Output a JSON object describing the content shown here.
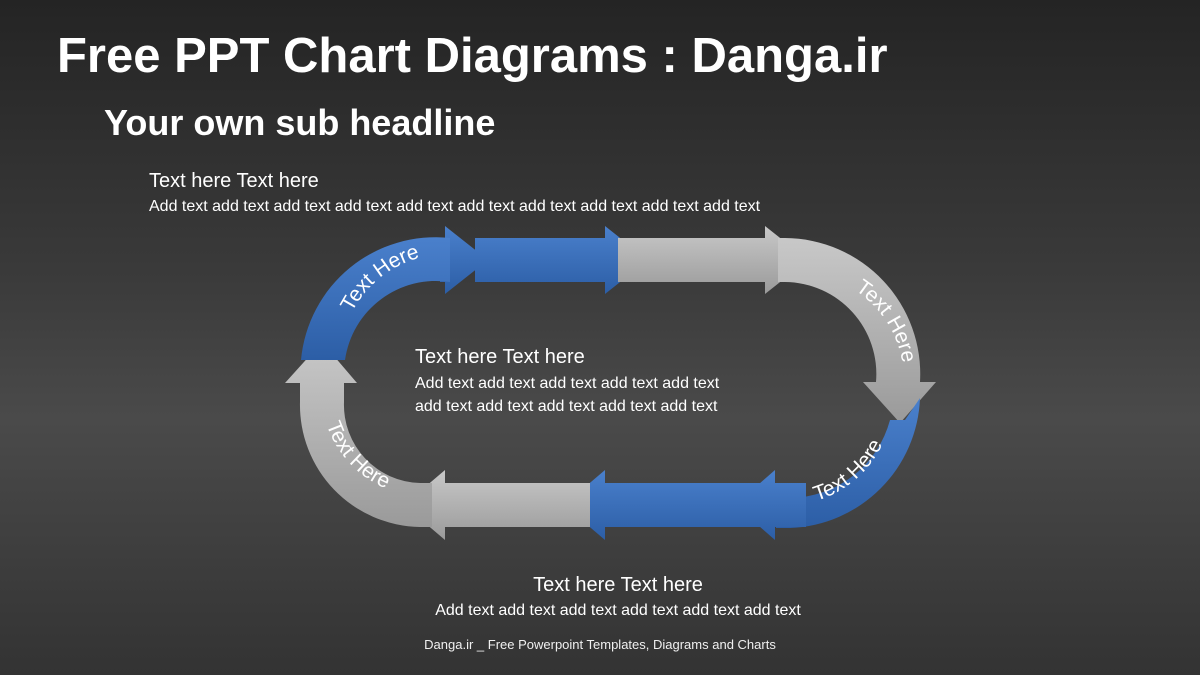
{
  "header": {
    "title": "Free PPT Chart Diagrams : Danga.ir",
    "subtitle": "Your own sub headline"
  },
  "top_block": {
    "heading": "Text here Text here",
    "body": "Add text add text add text add text add text add text add text add text add text add text"
  },
  "center_block": {
    "heading": "Text here Text here",
    "line1": "Add text add text add text add text add text",
    "line2": "add text add text add text add text add text"
  },
  "bottom_block": {
    "heading": "Text here Text here",
    "body": "Add text add text add text add text add text add text"
  },
  "cycle": {
    "labels": [
      "Text Here",
      "Text Here",
      "Text Here",
      "Text Here"
    ],
    "colors": {
      "blue": "#3a6fba",
      "gray": "#b4b4b4"
    }
  },
  "footer": "Danga.ir _ Free Powerpoint Templates, Diagrams and Charts"
}
